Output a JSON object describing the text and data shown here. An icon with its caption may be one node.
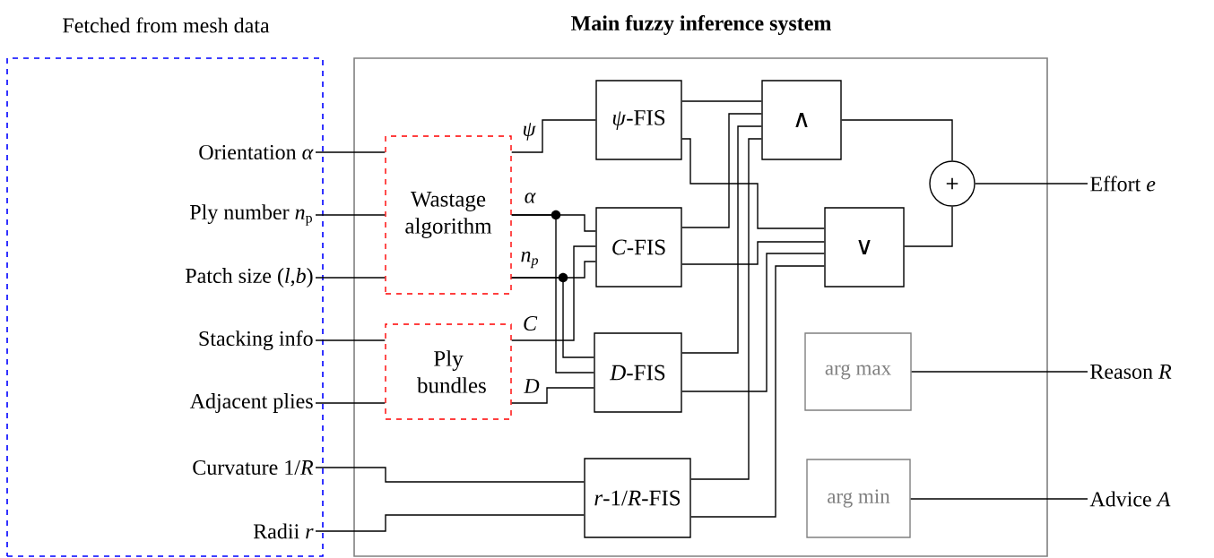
{
  "diagram": {
    "nodes": [
      {
        "text": [
          "Fetched from mesh data"
        ]
      },
      {
        "text": [
          "Main fuzzy inference system"
        ]
      },
      {
        "text": [
          "Orientation *α*"
        ],
        "in": 0
      },
      {
        "text": [
          "Ply number *n*$_{p}$"
        ],
        "in": 0
      },
      {
        "text": [
          "Patch size (*l*,*b*)"
        ],
        "in": 0
      },
      {
        "text": [
          "Stacking info"
        ],
        "in": 0
      },
      {
        "text": [
          "Adjacent plies"
        ],
        "in": 0
      },
      {
        "text": [
          "Curvature 1/*R*"
        ],
        "in": 0
      },
      {
        "text": [
          "Radii *r*"
        ],
        "in": 0
      },
      {
        "text": [
          "Wastage algorithm"
        ],
        "in": 1
      },
      {
        "text": [
          "Ply bundles"
        ],
        "in": 1
      },
      {
        "text": [
          "*ψ*-FIS"
        ],
        "in": 1
      },
      {
        "text": [
          "*C*-FIS"
        ],
        "in": 1
      },
      {
        "text": [
          "*D*-FIS"
        ],
        "in": 1
      },
      {
        "text": [
          "*r*-1/*R*-FIS"
        ],
        "in": 1
      },
      {
        "text": [
          "∧"
        ],
        "in": 1
      },
      {
        "text": [
          "∨"
        ],
        "in": 1
      },
      {
        "text": [
          "+"
        ],
        "in": 1
      },
      {
        "text": [
          "arg max"
        ],
        "in": 1
      },
      {
        "text": [
          "arg min"
        ],
        "in": 1
      },
      {
        "text": [
          "Effort *e*"
        ]
      },
      {
        "text": [
          "Reason *R*"
        ]
      },
      {
        "text": [
          "Advice *A*"
        ]
      }
    ],
    "edges": [
      {
        "from": 2,
        "to": 9,
        "arrow": "none"
      },
      {
        "from": 3,
        "to": 9,
        "arrow": "none"
      },
      {
        "from": 4,
        "to": 9,
        "arrow": "none"
      },
      {
        "from": 5,
        "to": 10,
        "arrow": "none"
      },
      {
        "from": 6,
        "to": 10,
        "arrow": "none"
      },
      {
        "from": 7,
        "to": 14,
        "arrow": "none"
      },
      {
        "from": 8,
        "to": 14,
        "arrow": "none"
      },
      {
        "from": 9,
        "to": 11,
        "arrow": "none",
        "label": "ψ"
      },
      {
        "from": 9,
        "to": 12,
        "arrow": "none",
        "label": "α"
      },
      {
        "from": 9,
        "to": 13,
        "arrow": "none"
      },
      {
        "from": 9,
        "to": 12,
        "arrow": "none",
        "label": "n$_{p}$"
      },
      {
        "from": 9,
        "to": 13,
        "arrow": "none"
      },
      {
        "from": 10,
        "to": 12,
        "arrow": "none",
        "label": "C"
      },
      {
        "from": 10,
        "to": 13,
        "arrow": "none",
        "label": "D"
      },
      {
        "from": 11,
        "to": 15,
        "arrow": "none"
      },
      {
        "from": 11,
        "to": 16,
        "arrow": "none"
      },
      {
        "from": 12,
        "to": 15,
        "arrow": "none"
      },
      {
        "from": 12,
        "to": 16,
        "arrow": "none"
      },
      {
        "from": 13,
        "to": 15,
        "arrow": "none"
      },
      {
        "from": 13,
        "to": 16,
        "arrow": "none"
      },
      {
        "from": 14,
        "to": 15,
        "arrow": "none"
      },
      {
        "from": 14,
        "to": 16,
        "arrow": "none"
      },
      {
        "from": 15,
        "to": 17,
        "arrow": "none"
      },
      {
        "from": 16,
        "to": 17,
        "arrow": "none"
      },
      {
        "from": 17,
        "to": 20,
        "arrow": "none"
      },
      {
        "from": 18,
        "to": 21,
        "arrow": "none"
      },
      {
        "from": 19,
        "to": 22,
        "arrow": "none"
      }
    ]
  }
}
